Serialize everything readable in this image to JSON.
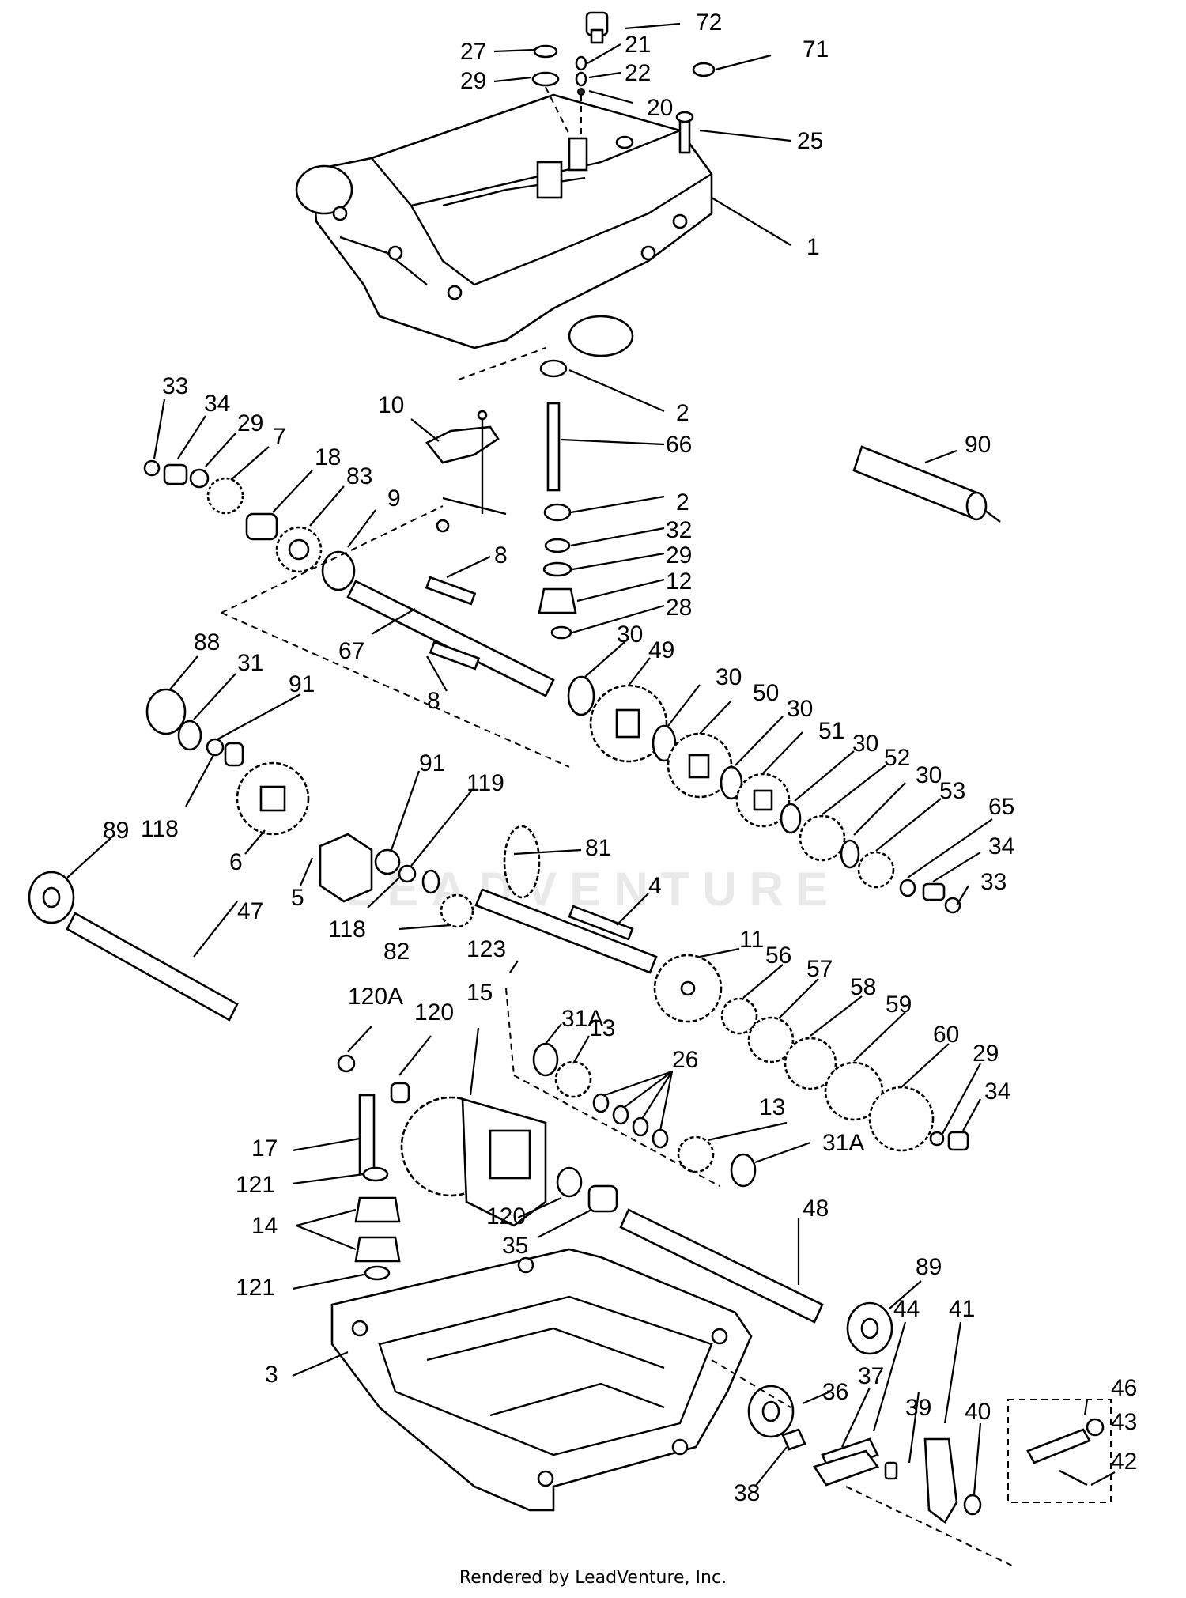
{
  "watermark": "LEADVENTURE",
  "footer": "Rendered by LeadVenture, Inc.",
  "labels": [
    "72",
    "27",
    "21",
    "29",
    "22",
    "71",
    "20",
    "25",
    "1",
    "33",
    "34",
    "29",
    "7",
    "10",
    "18",
    "83",
    "9",
    "2",
    "66",
    "90",
    "2",
    "32",
    "29",
    "12",
    "28",
    "8",
    "67",
    "30",
    "49",
    "88",
    "31",
    "91",
    "30",
    "50",
    "8",
    "30",
    "51",
    "30",
    "52",
    "30",
    "53",
    "65",
    "91",
    "119",
    "34",
    "89",
    "118",
    "6",
    "5",
    "81",
    "33",
    "118",
    "82",
    "4",
    "47",
    "123",
    "11",
    "56",
    "57",
    "120A",
    "120",
    "15",
    "31A",
    "58",
    "13",
    "59",
    "26",
    "60",
    "29",
    "34",
    "13",
    "31A",
    "17",
    "121",
    "48",
    "120",
    "14",
    "35",
    "89",
    "121",
    "3",
    "36",
    "44",
    "41",
    "46",
    "37",
    "43",
    "39",
    "40",
    "42",
    "38"
  ]
}
